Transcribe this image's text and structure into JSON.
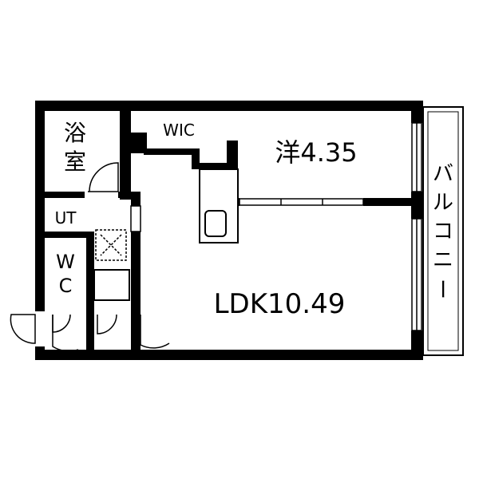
{
  "rooms": {
    "bath_line1": "浴",
    "bath_line2": "室",
    "wic": "WIC",
    "western": "洋4.35",
    "balcony": [
      "バ",
      "ル",
      "コ",
      "ニ",
      "ー"
    ],
    "ut": "UT",
    "wc_line1": "W",
    "wc_line2": "C",
    "ldk": "LDK10.49"
  },
  "colors": {
    "wall": "#000000",
    "background": "#ffffff"
  }
}
